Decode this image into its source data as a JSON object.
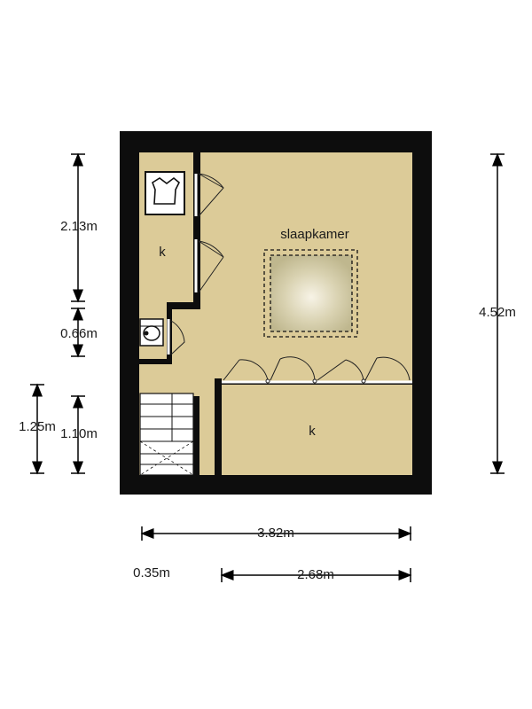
{
  "rooms": {
    "main": "slaapkamer",
    "closet_top": "k",
    "closet_bottom": "k"
  },
  "dimensions": {
    "left_top": "2.13m",
    "left_mid": "0.66m",
    "left_stair_outer": "1.25m",
    "left_stair_inner": "1.10m",
    "right_height": "4.52m",
    "bottom_width": "3.82m",
    "bottom_small": "0.35m",
    "bottom_right": "2.68m"
  },
  "colors": {
    "wall": "#0d0d0d",
    "floor": "#dccb98",
    "accent": "#f4f0e0"
  },
  "icons": [
    "wardrobe-icon",
    "sink-icon",
    "skylight-icon",
    "staircase-icon"
  ]
}
